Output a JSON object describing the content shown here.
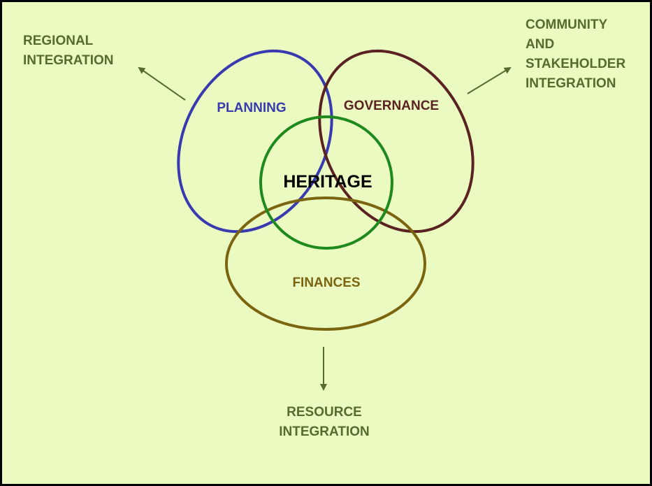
{
  "diagram": {
    "center": {
      "label": "HERITAGE",
      "color": "#000000",
      "ring_color": "#1e8a1e"
    },
    "circles": [
      {
        "id": "planning",
        "label": "PLANNING",
        "color": "#3a3ab0"
      },
      {
        "id": "governance",
        "label": "GOVERNANCE",
        "color": "#5a2222"
      },
      {
        "id": "finances",
        "label": "FINANCES",
        "color": "#7a6410"
      }
    ],
    "outcomes": {
      "regional": {
        "lines": [
          "REGIONAL",
          "INTEGRATION"
        ]
      },
      "community": {
        "lines": [
          "COMMUNITY",
          "AND",
          "STAKEHOLDER",
          "INTEGRATION"
        ]
      },
      "resource": {
        "lines": [
          "RESOURCE",
          "INTEGRATION"
        ]
      }
    },
    "colors": {
      "background": "#ebfac0",
      "border": "#000000",
      "outcome_text": "#556b2f",
      "arrow": "#556b2f"
    }
  }
}
